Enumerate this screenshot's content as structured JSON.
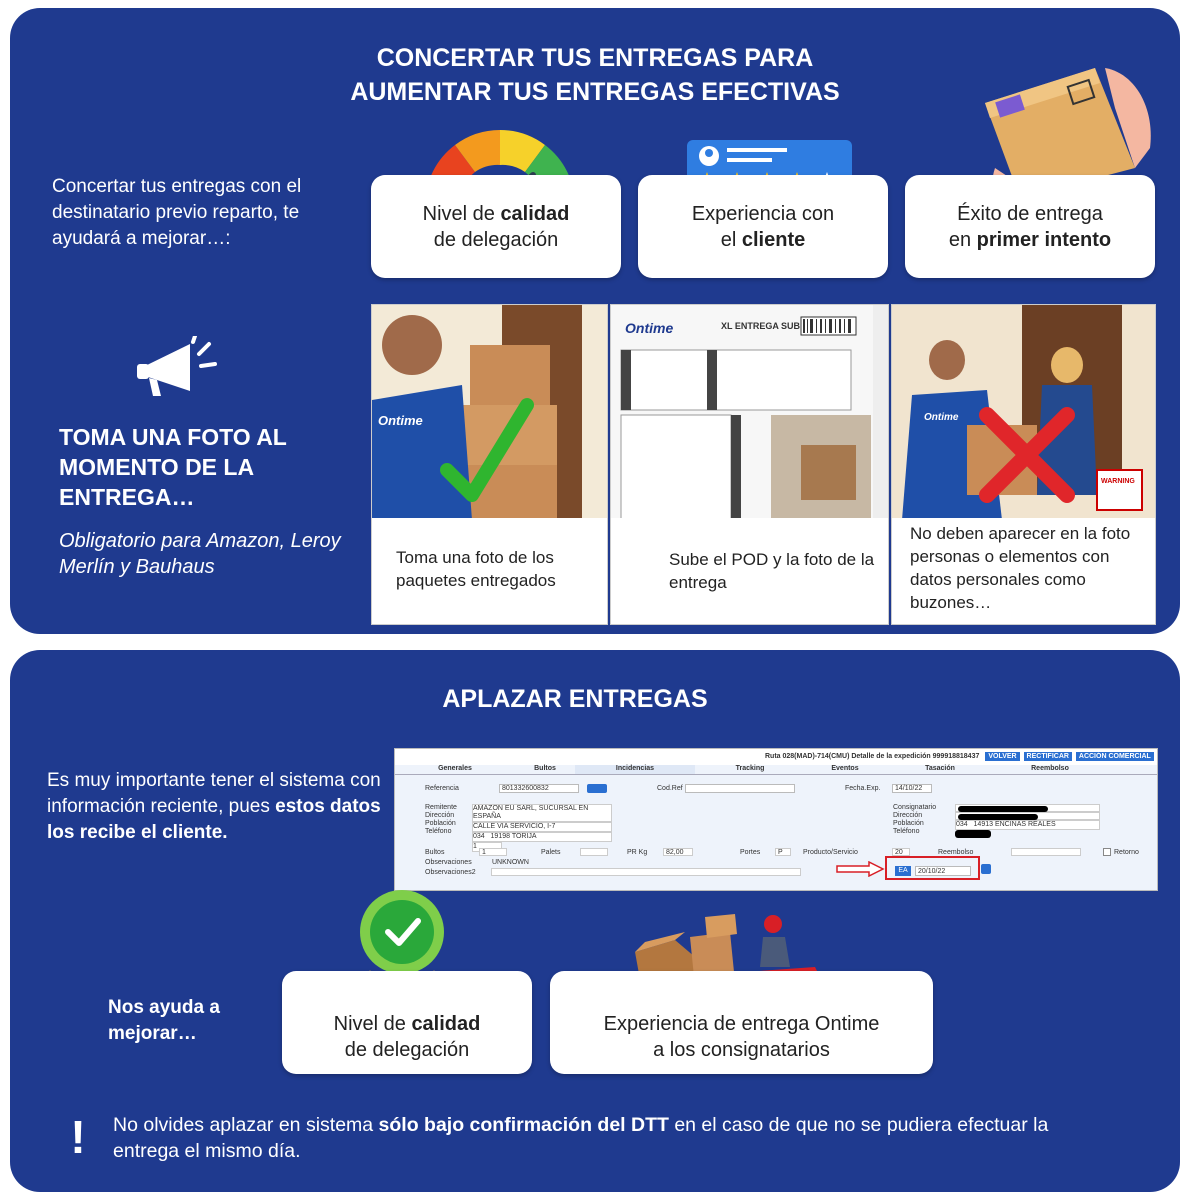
{
  "section1": {
    "title_line1": "CONCERTAR TUS ENTREGAS PARA",
    "title_line2": "AUMENTAR TUS ENTREGAS EFECTIVAS",
    "intro": "Concertar tus entregas con el destinatario previo reparto, te ayudará a mejorar…:",
    "cards": [
      {
        "pre": "Nivel de ",
        "bold": "calidad",
        "post": "de delegación",
        "icon": "gauge-icon"
      },
      {
        "pre": "Experiencia con",
        "line2_pre": "el ",
        "bold": "cliente",
        "icon": "review-stars-icon"
      },
      {
        "pre": "Éxito de entrega",
        "line2_pre": "en ",
        "bold": "primer intento",
        "icon": "package-in-hands-icon"
      }
    ],
    "photo_heading": "TOMA UNA FOTO AL MOMENTO DE LA ENTREGA…",
    "photo_note": "Obligatorio para Amazon, Leroy Merlín y Bauhaus",
    "photos": [
      {
        "caption": "Toma una foto de los paquetes entregados",
        "icon": "check-icon",
        "brand": "Ontime"
      },
      {
        "caption": "Sube el POD y la foto de la entrega",
        "brand": "Ontime",
        "doc_title": "XL ENTREGA SUBIDA A"
      },
      {
        "caption": "No deben aparecer en la foto personas o elementos con datos personales como buzones…",
        "icon": "cross-icon",
        "brand": "Ontime",
        "sign": "WARNING"
      }
    ]
  },
  "section2": {
    "title": "APLAZAR ENTREGAS",
    "intro_pre": "Es muy importante tener el sistema con información reciente, pues ",
    "intro_bold": "estos datos los recibe el cliente.",
    "screenshot": {
      "header": "Ruta 028(MAD)-714(CMU)  Detalle de la expedición 999918818437",
      "header_buttons": [
        "VOLVER",
        "RECTIFICAR",
        "ACCIÓN COMERCIAL"
      ],
      "tabs": [
        "Generales",
        "Bultos",
        "Incidencias",
        "Tracking",
        "Eventos",
        "Tasación",
        "Reembolso"
      ],
      "referencia_label": "Referencia",
      "referencia_value": "801332600832",
      "codref_label": "Cod.Ref",
      "fecha_label": "Fecha.Exp.",
      "fecha_value": "14/10/22",
      "remitente_label": "Remitente",
      "remitente_value": "AMAZON EU SARL, SUCURSAL EN ESPAÑA",
      "direccion_label": "Dirección",
      "direccion_value": "CALLE VIA SERVICIO, I-7",
      "poblacion_label": "Población",
      "poblacion_cp": "034",
      "poblacion_value": "19198 TORIJA",
      "telefono_label": "Teléfono",
      "telefono_value": "1",
      "consignatario_label": "Consignatario",
      "c_direccion_label": "Dirección",
      "c_poblacion_label": "Población",
      "c_poblacion_cp": "034",
      "c_poblacion_value": "14913 ENCINAS REALES",
      "c_telefono_label": "Teléfono",
      "bultos_label": "Bultos",
      "bultos_value": "1",
      "palets_label": "Palets",
      "prkg_label": "PR Kg",
      "prkg_value": "82,00",
      "portes_label": "Portes",
      "portes_value": "P",
      "producto_label": "Producto/Servicio",
      "producto_value": "20",
      "reembolso_label": "Reembolso",
      "retorno_label": "Retorno",
      "obs_label": "Observaciones",
      "obs_value": "UNKNOWN",
      "obs2_label": "Observaciones2",
      "ea_label": "EA",
      "ea_date": "20/10/22"
    },
    "helps_label": "Nos ayuda a mejorar…",
    "cards": [
      {
        "pre": "Nivel de ",
        "bold": "calidad",
        "post": "de delegación",
        "icon": "check-badge-icon"
      },
      {
        "line1": "Experiencia de entrega Ontime",
        "line2": "a los consignatarios",
        "icon": "delivery-scooter-icon"
      }
    ],
    "warning_pre": "No olvides aplazar en sistema ",
    "warning_bold": "sólo bajo confirmación del DTT",
    "warning_post": " en el caso de que no se pudiera efectuar la entrega el mismo día.",
    "warning_icon": "exclamation-icon"
  },
  "colors": {
    "panel": "#1f3a8f",
    "card": "#ffffff",
    "accent_red": "#d81f26",
    "check_green": "#2fb52f"
  }
}
